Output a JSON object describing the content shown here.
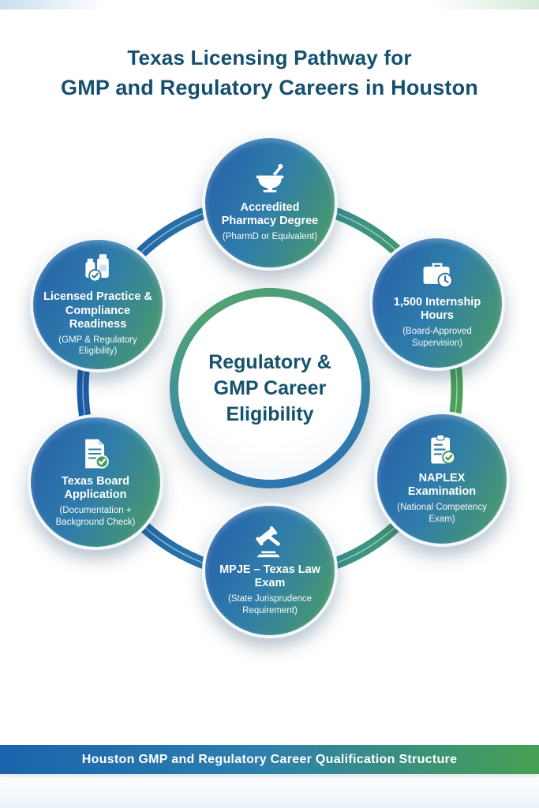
{
  "title": {
    "line1": "Texas Licensing Pathway for",
    "line2": "GMP and Regulatory Careers in Houston"
  },
  "center": {
    "line1": "Regulatory &",
    "line2": "GMP Career",
    "line3": "Eligibility"
  },
  "nodes": [
    {
      "title": "Accredited Pharmacy Degree",
      "subtitle": "(PharmD or Equivalent)",
      "icon": "mortar-pestle-icon"
    },
    {
      "title": "1,500 Internship Hours",
      "subtitle": "(Board-Approved Supervision)",
      "icon": "briefcase-clock-icon"
    },
    {
      "title": "NAPLEX Examination",
      "subtitle": "(National Competency Exam)",
      "icon": "clipboard-checklist-icon"
    },
    {
      "title": "MPJE – Texas Law Exam",
      "subtitle": "(State Jurisprudence Requirement)",
      "icon": "gavel-icon"
    },
    {
      "title": "Texas Board Application",
      "subtitle": "(Documentation + Background Check)",
      "icon": "document-check-icon"
    },
    {
      "title": "Licensed Practice & Compliance Readiness",
      "subtitle": "(GMP & Regulatory Eligibility)",
      "icon": "medicine-bottle-check-icon"
    }
  ],
  "footer": {
    "banner": "Houston GMP and Regulatory Career Qualification Structure"
  },
  "colors": {
    "heading": "#14506e",
    "blue": "#1a63ad",
    "teal": "#2e7fae",
    "green": "#46a052",
    "node_text": "#ffffff"
  }
}
